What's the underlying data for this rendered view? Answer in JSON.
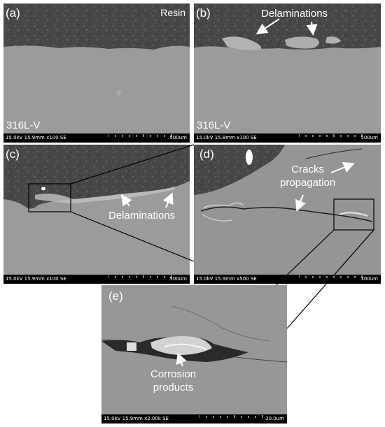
{
  "panels": {
    "a": {
      "label": "(a)",
      "tag": "Resin",
      "material": "316L-V",
      "params": "15.0kV 15.9mm x100 SE",
      "scale": "500um"
    },
    "b": {
      "label": "(b)",
      "annotation": "Delaminations",
      "material": "316L-V",
      "params": "15.0kV 15.8mm x100 SE",
      "scale": "500um"
    },
    "c": {
      "label": "(c)",
      "annotation": "Delaminations",
      "params": "15.0kV 15.9mm x100 SE",
      "scale": "500um"
    },
    "d": {
      "label": "(d)",
      "annotation_line1": "Cracks",
      "annotation_line2": "propagation",
      "params": "15.0kV 15.9mm x500 SE",
      "scale": "100um"
    },
    "e": {
      "label": "(e)",
      "annotation_line1": "Corrosion",
      "annotation_line2": "products",
      "params": "15.0kV 15.9mm x2.00k SE",
      "scale": "20.0um"
    }
  },
  "colors": {
    "resin": "#4a4a4a",
    "steel": "#9a9a9a",
    "bar": "#000000",
    "text": "#ffffff"
  }
}
